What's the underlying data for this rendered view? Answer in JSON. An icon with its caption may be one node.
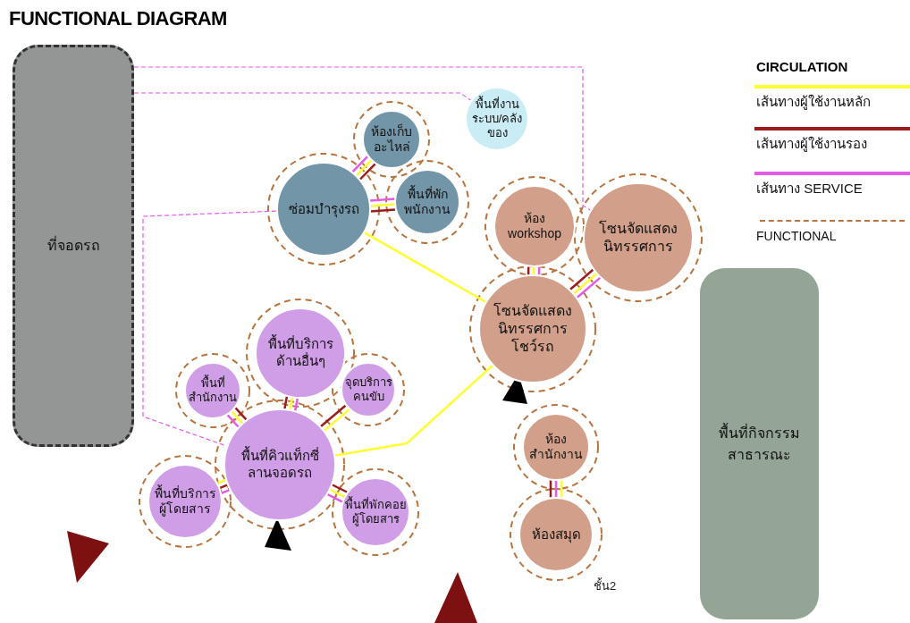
{
  "diagram": {
    "title": "FUNCTIONAL DIAGRAM",
    "nodes": [
      {
        "text": [
          "ที่จอดรถ"
        ]
      },
      {
        "text": [
          "ซ่อมบำรุงรถ"
        ]
      },
      {
        "text": [
          "ห้องเก็บอะไหล่"
        ]
      },
      {
        "text": [
          "พื้นที่พักพนักงาน"
        ]
      },
      {
        "text": [
          "พื้นที่งานระบบ/คลังของ"
        ]
      },
      {
        "text": [
          "ห้อง workshop"
        ]
      },
      {
        "text": [
          "โซนจัดแสดงนิทรรศการ"
        ]
      },
      {
        "text": [
          "โซนจัดแสดงนิทรรศการโชว์รถ"
        ]
      },
      {
        "text": [
          "พื้นที่บริการด้านอื่นๆ"
        ]
      },
      {
        "text": [
          "พื้นที่สำนักงาน"
        ]
      },
      {
        "text": [
          "จุดบริการคนขับ"
        ]
      },
      {
        "text": [
          "พื้นที่คิวแท็กซี่ลานจอดรถ"
        ]
      },
      {
        "text": [
          "พื้นที่บริการผู้โดยสาร"
        ]
      },
      {
        "text": [
          "พื้นที่พักคอยผู้โดยสาร"
        ]
      },
      {
        "text": [
          "ห้องสำนักงาน"
        ]
      },
      {
        "text": [
          "ห้องสมุด"
        ]
      },
      {
        "text": [
          "พื้นที่กิจกรรมสาธารณะ"
        ]
      }
    ],
    "edges": [
      {
        "from": 1,
        "to": 2,
        "arrow": "none",
        "color": "#e35be8"
      },
      {
        "from": 1,
        "to": 2,
        "arrow": "none",
        "color": "#ffff33"
      },
      {
        "from": 1,
        "to": 2,
        "arrow": "none",
        "color": "#9b1c1c"
      },
      {
        "from": 1,
        "to": 3,
        "arrow": "none",
        "color": "#e35be8"
      },
      {
        "from": 1,
        "to": 3,
        "arrow": "none",
        "color": "#ffff33"
      },
      {
        "from": 1,
        "to": 3,
        "arrow": "none",
        "color": "#9b1c1c"
      },
      {
        "from": 5,
        "to": 7,
        "arrow": "none",
        "color": "#e35be8"
      },
      {
        "from": 5,
        "to": 7,
        "arrow": "none",
        "color": "#ffff33"
      },
      {
        "from": 5,
        "to": 7,
        "arrow": "none",
        "color": "#9b1c1c"
      },
      {
        "from": 6,
        "to": 7,
        "arrow": "none",
        "color": "#e35be8"
      },
      {
        "from": 6,
        "to": 7,
        "arrow": "none",
        "color": "#ffff33"
      },
      {
        "from": 6,
        "to": 7,
        "arrow": "none",
        "color": "#9b1c1c"
      },
      {
        "from": 11,
        "to": 9,
        "arrow": "none",
        "color": "#e35be8"
      },
      {
        "from": 11,
        "to": 9,
        "arrow": "none",
        "color": "#ffff33"
      },
      {
        "from": 11,
        "to": 9,
        "arrow": "none",
        "color": "#9b1c1c"
      },
      {
        "from": 11,
        "to": 8,
        "arrow": "none",
        "color": "#9b1c1c"
      },
      {
        "from": 11,
        "to": 8,
        "arrow": "none",
        "color": "#ffff33"
      },
      {
        "from": 11,
        "to": 8,
        "arrow": "none",
        "color": "#e35be8"
      },
      {
        "from": 11,
        "to": 10,
        "arrow": "none",
        "color": "#9b1c1c"
      },
      {
        "from": 11,
        "to": 10,
        "arrow": "none",
        "color": "#ffff33"
      },
      {
        "from": 11,
        "to": 12,
        "arrow": "none",
        "color": "#e35be8"
      },
      {
        "from": 11,
        "to": 12,
        "arrow": "none",
        "color": "#9b1c1c"
      },
      {
        "from": 11,
        "to": 12,
        "arrow": "none",
        "color": "#ffff33"
      },
      {
        "from": 11,
        "to": 13,
        "arrow": "none",
        "color": "#9b1c1c"
      },
      {
        "from": 11,
        "to": 13,
        "arrow": "none",
        "color": "#ffff33"
      },
      {
        "from": 11,
        "to": 13,
        "arrow": "none",
        "color": "#e35be8"
      },
      {
        "from": 14,
        "to": 15,
        "arrow": "none",
        "color": "#ffff33"
      },
      {
        "from": 14,
        "to": 15,
        "arrow": "none",
        "color": "#e35be8"
      },
      {
        "from": 14,
        "to": 15,
        "arrow": "none",
        "color": "#9b1c1c"
      },
      {
        "from": 1,
        "to": 7,
        "arrow": "none",
        "color": "#ffff33"
      },
      {
        "from": 11,
        "to": 7,
        "arrow": "none",
        "color": "#ffff33"
      },
      {
        "from": 0,
        "to": 6,
        "arrow": "none",
        "style": "dashed",
        "color": "#e35be8"
      },
      {
        "from": 0,
        "to": 4,
        "arrow": "none",
        "style": "dashed",
        "color": "#e35be8"
      },
      {
        "from": 1,
        "to": 11,
        "arrow": "none",
        "style": "dashed",
        "color": "#e35be8"
      }
    ],
    "labels": [
      "CIRCULATION",
      "ชั้น2"
    ],
    "legend": [
      {
        "text": "เส้นทางผู้ใช้งานหลัก",
        "color": "#ffff33"
      },
      {
        "text": "เส้นทางผู้ใช้งานรอง",
        "color": "#9b1c1c"
      },
      {
        "text": "เส้นทาง SERVICE",
        "color": "#e35be8"
      },
      {
        "text": "FUNCTIONAL"
      }
    ]
  }
}
